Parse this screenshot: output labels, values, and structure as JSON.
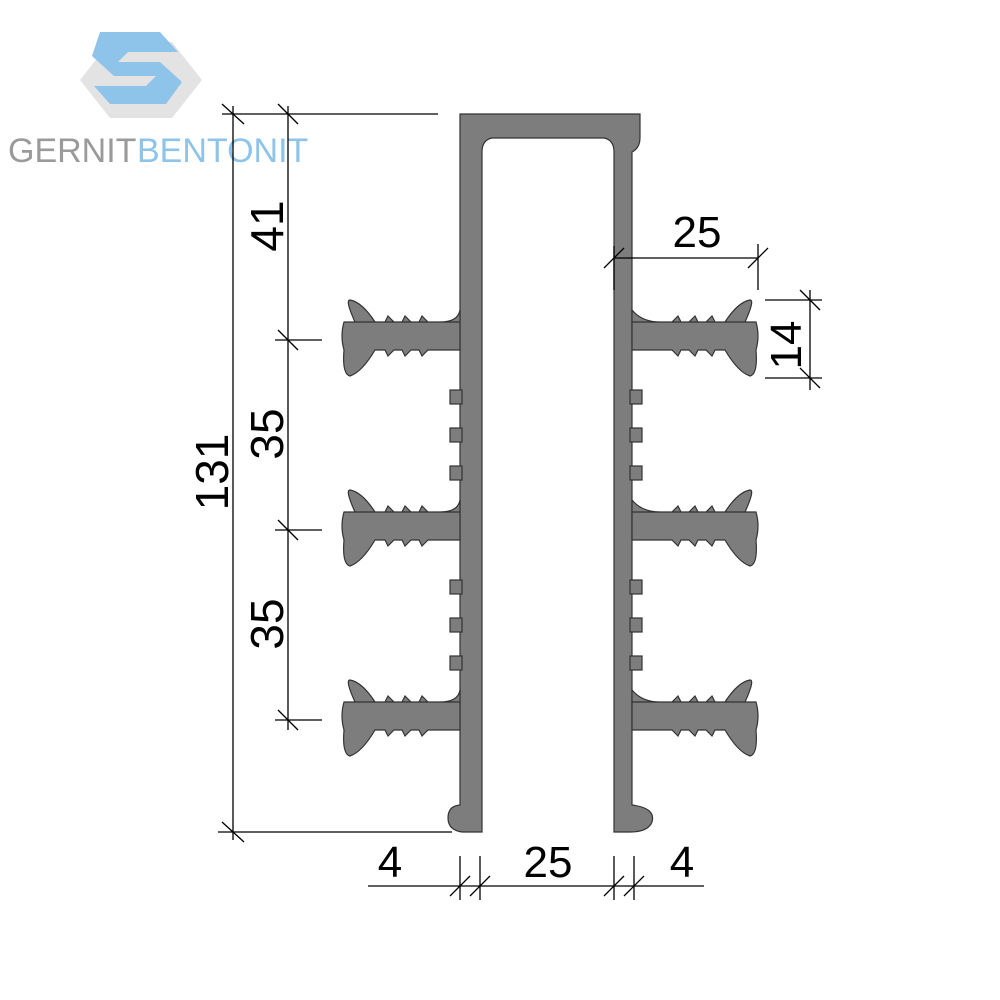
{
  "logo": {
    "word1": "GERNIT",
    "word2": "BENTONIT",
    "word1_color": "#9a9a9a",
    "word2_color": "#8ec3ea",
    "mark_color": "#8ec3ea",
    "mark_shadow_color": "#c9c9c9"
  },
  "profile_color": "#7d7d7d",
  "dimensions": {
    "total_height": "131",
    "top_segment": "41",
    "mid_segment_1": "35",
    "mid_segment_2": "35",
    "rib_length": "25",
    "rib_height": "14",
    "wall_left": "4",
    "channel_width": "25",
    "wall_right": "4"
  }
}
